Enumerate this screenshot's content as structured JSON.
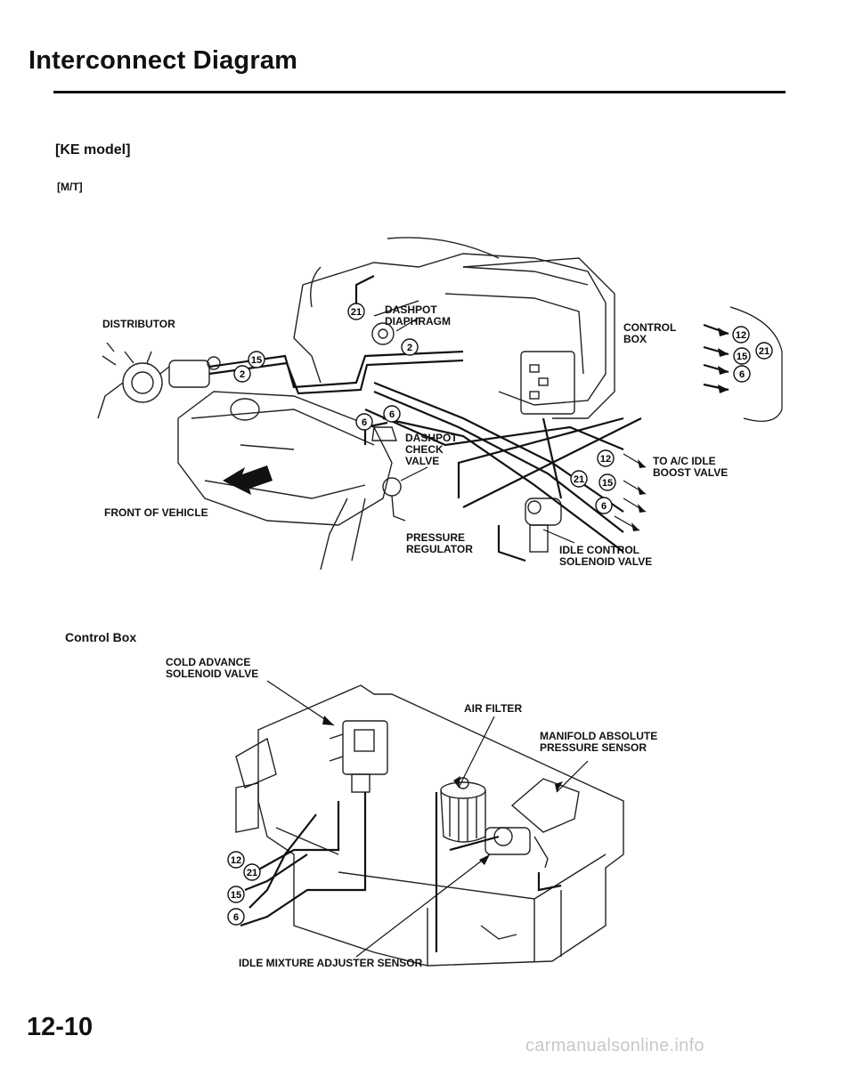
{
  "page": {
    "title": "Interconnect Diagram",
    "page_number": "12-10",
    "watermark": "carmanualsonline.info"
  },
  "top_section": {
    "model": "[KE model]",
    "transmission": "[M/T]",
    "labels": {
      "distributor": "DISTRIBUTOR",
      "dashpot_diaphragm": "DASHPOT\nDIAPHRAGM",
      "control_box": "CONTROL\nBOX",
      "dashpot_check_valve": "DASHPOT\nCHECK\nVALVE",
      "to_ac_idle_boost_valve": "TO A/C IDLE\nBOOST VALVE",
      "front_of_vehicle": "FRONT OF VEHICLE",
      "pressure_regulator": "PRESSURE\nREGULATOR",
      "idle_control_solenoid_valve": "IDLE CONTROL\nSOLENOID VALVE"
    },
    "hose_numbers": [
      "21",
      "2",
      "15",
      "2",
      "6",
      "6",
      "12",
      "21",
      "15",
      "6",
      "12",
      "15",
      "21",
      "6"
    ]
  },
  "bottom_section": {
    "title": "Control Box",
    "labels": {
      "cold_advance_solenoid_valve": "COLD ADVANCE\nSOLENOID VALVE",
      "air_filter": "AIR FILTER",
      "manifold_absolute_pressure_sensor": "MANIFOLD ABSOLUTE\nPRESSURE SENSOR",
      "idle_mixture_adjuster_sensor": "IDLE MIXTURE ADJUSTER SENSOR"
    },
    "hose_numbers": [
      "12",
      "21",
      "15",
      "6"
    ]
  }
}
